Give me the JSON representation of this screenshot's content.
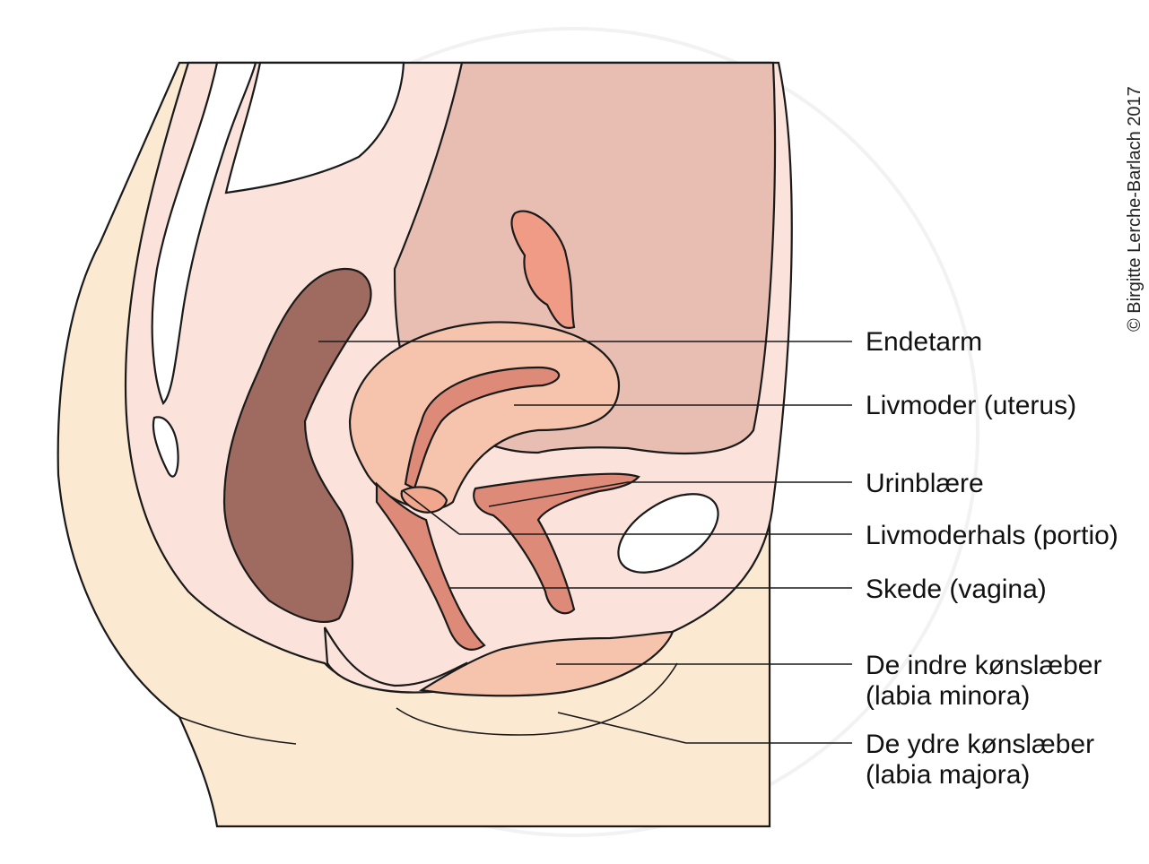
{
  "copyright": "© Birgitte Lerche-Barlach 2017",
  "labels": {
    "endetarm": "Endetarm",
    "livmoder": "Livmoder (uterus)",
    "urinblaere": "Urinblære",
    "livmoderhals": "Livmoderhals (portio)",
    "skede": "Skede (vagina)",
    "indre_1": "De indre kønslæber",
    "indre_2": "(labia minora)",
    "ydre_1": "De ydre kønslæber",
    "ydre_2": "(labia majora)"
  },
  "colors": {
    "skin": "#fbe9d2",
    "pelvis": "#fbe3db",
    "abdomen": "#e8bdb2",
    "rectum": "#9f6b61",
    "uterus": "#f6c4ad",
    "mucosa": "#dd8a78",
    "outline": "#1a1a1a"
  }
}
